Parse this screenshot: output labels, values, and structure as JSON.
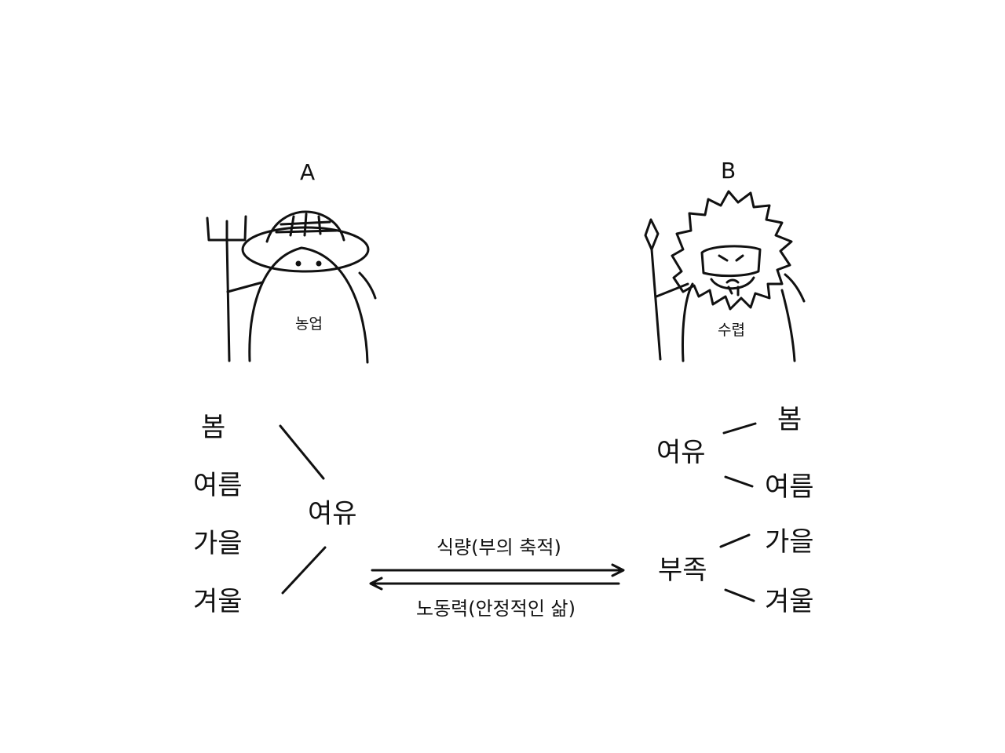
{
  "characters": {
    "a": {
      "letter": "A",
      "role": "농업"
    },
    "b": {
      "letter": "B",
      "role": "수렵"
    }
  },
  "farmer_side": {
    "seasons": [
      "봄",
      "여름",
      "가을",
      "겨울"
    ],
    "state": "여유"
  },
  "hunter_side": {
    "seasons": [
      "봄",
      "여름",
      "가을",
      "겨울"
    ],
    "states": [
      "여유",
      "부족"
    ]
  },
  "exchange": {
    "to_hunter": "식량(부의 축적)",
    "to_farmer": "노동력(안정적인 삶)"
  }
}
